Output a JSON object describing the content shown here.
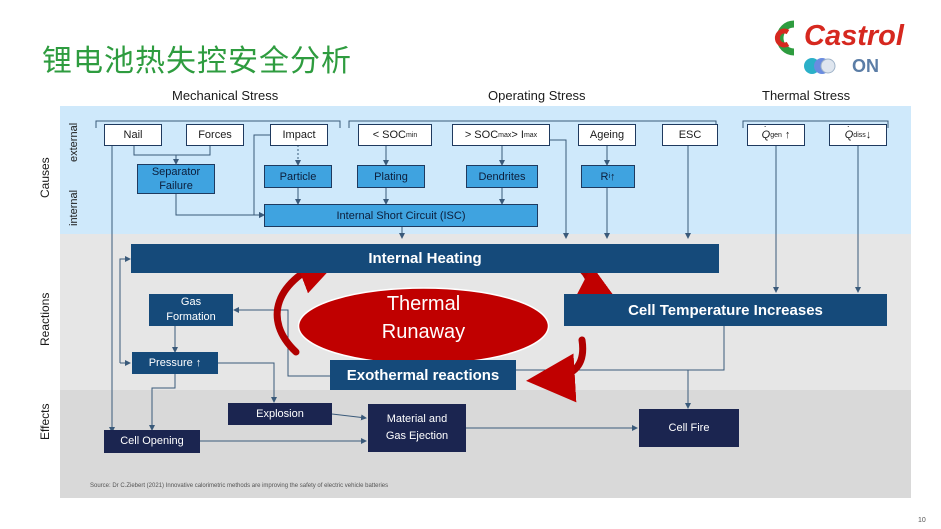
{
  "slide": {
    "title": "锂电池热失控安全分析",
    "page_number": "10",
    "source": "Source: Dr C.Ziebert (2021) Innovative calorimetric methods are improving the safety of electric vehicle batteries"
  },
  "logo": {
    "brand": "Castrol",
    "sub": "ON"
  },
  "bands": {
    "causes": "Causes",
    "reactions": "Reactions",
    "effects": "Effects",
    "internal": "internal",
    "external": "external"
  },
  "headers": {
    "mechanical": "Mechanical Stress",
    "operating": "Operating Stress",
    "thermal": "Thermal Stress"
  },
  "causes": {
    "nail": "Nail",
    "forces": "Forces",
    "impact": "Impact",
    "soc_min": {
      "main": "< SOC",
      "sub": "min"
    },
    "soc_max": {
      "a": "> SOC",
      "a_sub": "max",
      "b": " > I",
      "b_sub": "max"
    },
    "ageing": "Ageing",
    "esc": "ESC",
    "q_gen": {
      "sym": "Q",
      "sub": "gen",
      "arrow": "↑"
    },
    "q_diss": {
      "sym": "Q",
      "sub": "diss",
      "arrow": "↓"
    },
    "separator": "Separator Failure",
    "particle": "Particle",
    "plating": "Plating",
    "dendrites": "Dendrites",
    "ri": {
      "main": "R",
      "sub": "i",
      "arrow": " ↑"
    },
    "isc": "Internal Short Circuit (ISC)"
  },
  "reactions": {
    "internal_heating": "Internal Heating",
    "thermal_runaway_1": "Thermal",
    "thermal_runaway_2": "Runaway",
    "cell_temp": "Cell Temperature Increases",
    "gas_formation": "Gas Formation",
    "pressure": "Pressure ↑",
    "exothermal": "Exothermal reactions"
  },
  "effects": {
    "explosion": "Explosion",
    "material": "Material and Gas Ejection",
    "cell_opening": "Cell Opening",
    "cell_fire": "Cell Fire"
  },
  "colors": {
    "title_green": "#2e9c3f",
    "causes_bg": "#cfe9fb",
    "box_blue": "#3fa3e0",
    "box_dark": "#154a7a",
    "box_navy": "#1b2550",
    "thermal_red": "#c00000",
    "logo_red": "#d6281f"
  }
}
